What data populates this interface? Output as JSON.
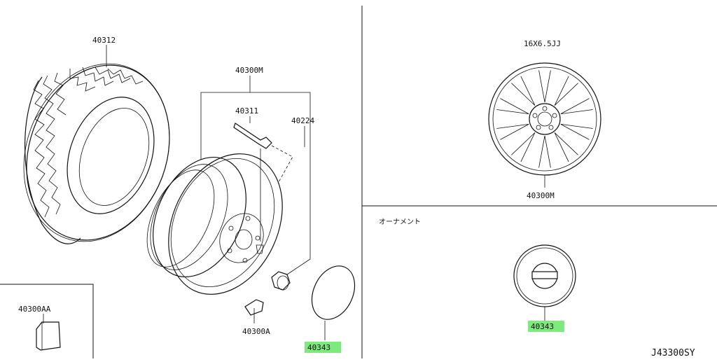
{
  "diagram": {
    "drawing_code": "J43300SY",
    "left_panel": {
      "labels": {
        "tire": "40312",
        "wheel_assy": "40300M",
        "valve": "40311",
        "nut": "40224",
        "balance_weight": "40300A",
        "balance_weight_inset": "40300AA",
        "center_cap": "40343"
      }
    },
    "right_top_panel": {
      "size": "16X6.5JJ",
      "wheel_label": "40300M"
    },
    "right_bottom_panel": {
      "section_title": "オーナメント",
      "cap_label": "40343"
    },
    "highlight_color": "#7dea7d"
  }
}
